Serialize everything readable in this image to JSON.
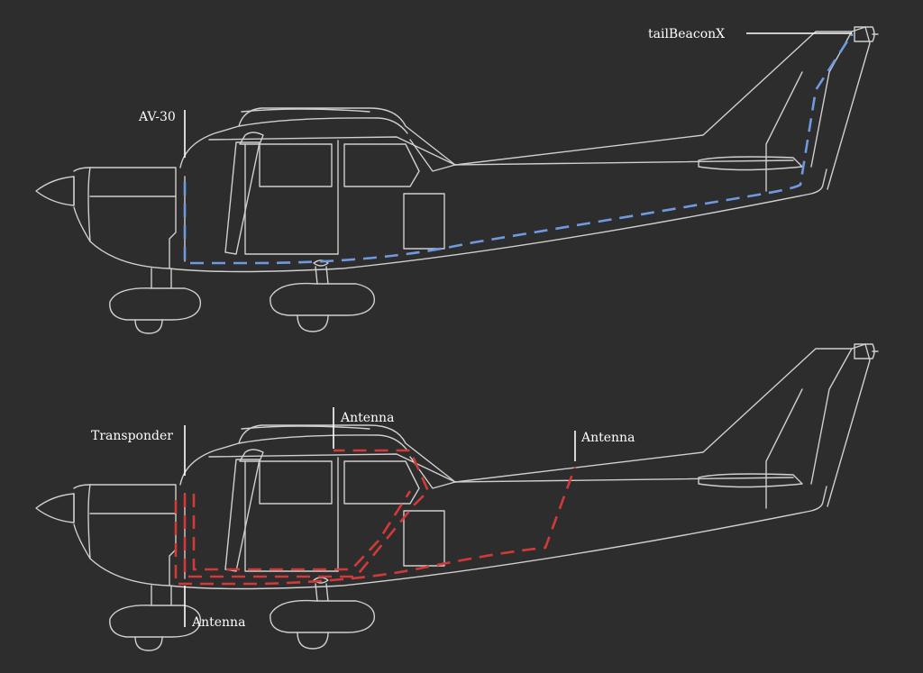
{
  "colors": {
    "background": "#2d2d2d",
    "outline": "#cfcfcf",
    "blue_wiring": "#6f9ae0",
    "red_wiring": "#d23a3a"
  },
  "top_diagram": {
    "labels": {
      "av30": "AV-30",
      "tail_beacon": "tailBeaconX"
    }
  },
  "bottom_diagram": {
    "labels": {
      "transponder": "Transponder",
      "antenna_top": "Antenna",
      "antenna_tail": "Antenna",
      "antenna_belly": "Antenna"
    }
  }
}
